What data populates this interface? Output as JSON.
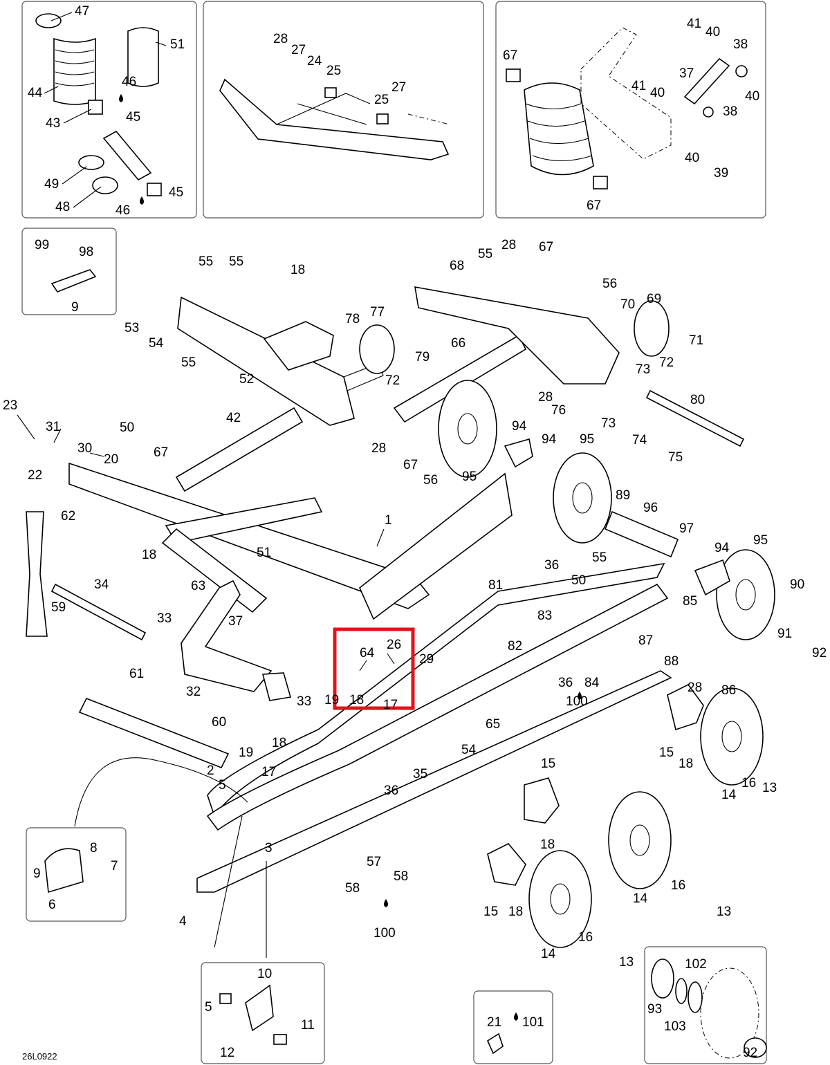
{
  "drawing_code": "26L0922",
  "highlight_color": "#e0141b",
  "callouts": [
    "1",
    "2",
    "3",
    "4",
    "5",
    "6",
    "7",
    "8",
    "9",
    "10",
    "11",
    "12",
    "13",
    "14",
    "15",
    "16",
    "17",
    "18",
    "19",
    "20",
    "21",
    "22",
    "23",
    "24",
    "25",
    "26",
    "27",
    "28",
    "29",
    "30",
    "31",
    "32",
    "33",
    "34",
    "35",
    "36",
    "37",
    "38",
    "39",
    "40",
    "41",
    "42",
    "43",
    "44",
    "45",
    "46",
    "47",
    "48",
    "49",
    "50",
    "51",
    "52",
    "53",
    "54",
    "55",
    "56",
    "57",
    "58",
    "59",
    "60",
    "61",
    "62",
    "63",
    "64",
    "65",
    "66",
    "67",
    "68",
    "69",
    "70",
    "71",
    "72",
    "73",
    "74",
    "75",
    "76",
    "77",
    "78",
    "79",
    "80",
    "81",
    "82",
    "83",
    "84",
    "85",
    "86",
    "87",
    "88",
    "89",
    "90",
    "91",
    "92",
    "93",
    "94",
    "95",
    "96",
    "97",
    "98",
    "99",
    "100",
    "101",
    "102",
    "103"
  ],
  "highlighted_callouts": [
    "64",
    "26",
    "18",
    "17"
  ]
}
